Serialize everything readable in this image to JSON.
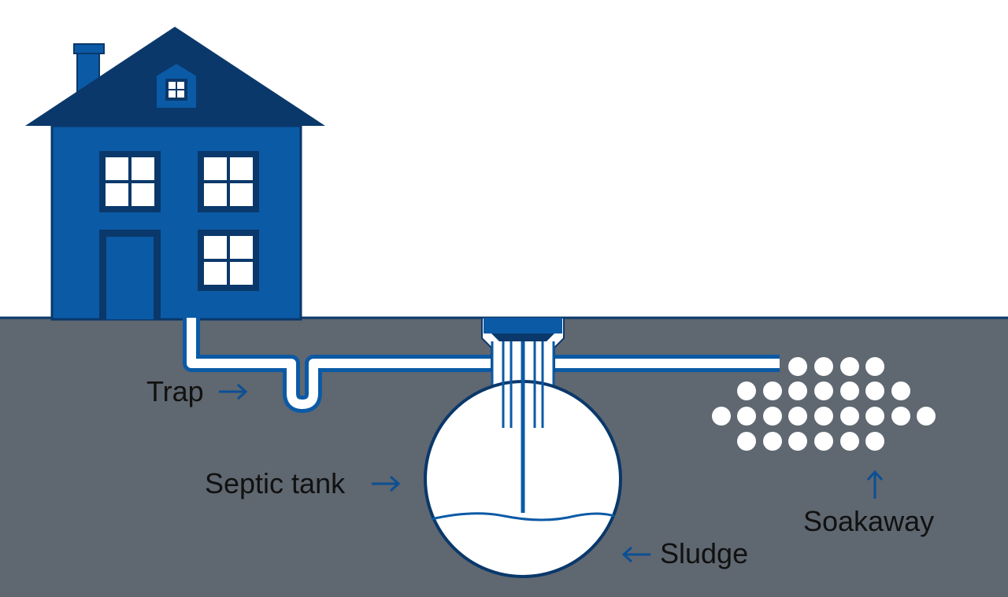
{
  "labels": {
    "trap": "Trap",
    "septic_tank": "Septic tank",
    "sludge": "Sludge",
    "soakaway": "Soakaway"
  },
  "icons": {
    "right_arrow": "right-arrow-icon",
    "left_arrow": "left-arrow-icon",
    "up_arrow": "up-arrow-icon"
  },
  "colors": {
    "ground": "#5f6770",
    "house_wall": "#0b5aa6",
    "roof": "#0a386a",
    "pipe_outline": "#0b5aa6",
    "tank_fill": "#ffffff",
    "arrow": "#0b4f94"
  }
}
